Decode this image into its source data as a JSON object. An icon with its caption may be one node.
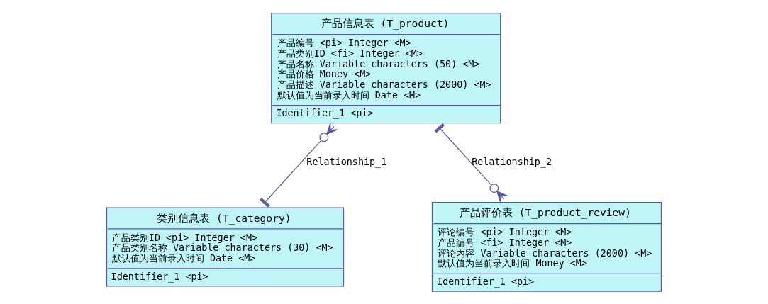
{
  "diagram": {
    "nodes": [
      {
        "text": [
          "产品信息表 (T_product)",
          "产品编号 <pi> Integer <M>",
          "产品类别ID <fi> Integer <M>",
          "产品名称 Variable characters (50) <M>",
          "产品价格 Money <M>",
          "产品描述 Variable characters (2000) <M>",
          "默认值为当前录入时间 Date <M>",
          "Identifier_1 <pi>"
        ]
      },
      {
        "text": [
          "类别信息表 (T_category)",
          "产品类别ID <pi> Integer <M>",
          "产品类别名称 Variable characters (30) <M>",
          "默认值为当前录入时间 Date <M>",
          "Identifier_1 <pi>"
        ]
      },
      {
        "text": [
          "产品评价表 (T_product_review)",
          "评论编号 <pi> Integer <M>",
          "产品编号 <fi> Integer <M>",
          "评论内容 Variable characters (2000) <M>",
          "默认值为当前录入时间 Money <M>",
          "Identifier_1 <pi>"
        ]
      }
    ],
    "edges": [
      {
        "from": 0,
        "to": 1,
        "arrow": "other",
        "label": "Relationship_1"
      },
      {
        "from": 0,
        "to": 2,
        "arrow": "other",
        "label": "Relationship_2"
      }
    ]
  }
}
